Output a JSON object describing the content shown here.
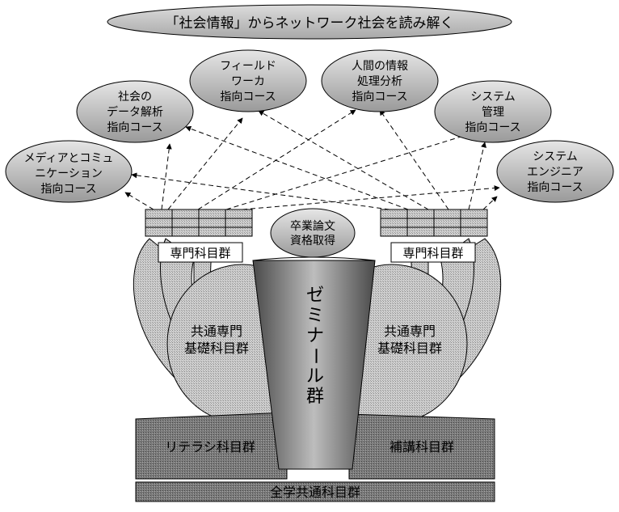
{
  "title": "「社会情報」からネットワーク社会を読み解く",
  "courses": {
    "media": [
      "メディアとコミュ",
      "ニケーション",
      "指向コース"
    ],
    "data": [
      "社会の",
      "データ解析",
      "指向コース"
    ],
    "field": [
      "フィールド",
      "ワーカ",
      "指向コース"
    ],
    "human": [
      "人間の情報",
      "処理分析",
      "指向コース"
    ],
    "sysmgmt": [
      "システム",
      "管理",
      "指向コース"
    ],
    "syseng": [
      "システム",
      "エンジニア",
      "指向コース"
    ]
  },
  "graduation": [
    "卒業論文",
    "資格取得"
  ],
  "specialized_left": "専門科目群",
  "specialized_right": "専門科目群",
  "common_left": [
    "共通専門",
    "基礎科目群"
  ],
  "common_right": [
    "共通専門",
    "基礎科目群"
  ],
  "seminar": [
    "ゼ",
    "ミ",
    "ナ",
    "ー",
    "ル",
    "群"
  ],
  "literacy": "リテラシ科目群",
  "supplementary": "補講科目群",
  "general": "全学共通科目群"
}
